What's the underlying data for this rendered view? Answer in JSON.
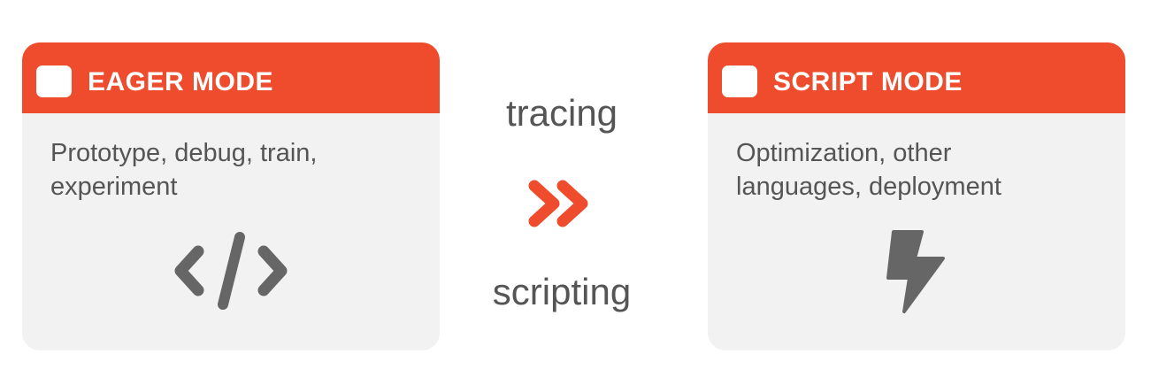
{
  "eager_card": {
    "title": "EAGER MODE",
    "description_line1": "Prototype, debug, train,",
    "description_line2": "experiment",
    "icon": "code-icon"
  },
  "script_card": {
    "title": "SCRIPT MODE",
    "description_line1": "Optimization, other",
    "description_line2": "languages, deployment",
    "icon": "lightning-bolt-icon"
  },
  "transition": {
    "top_label": "tracing",
    "bottom_label": "scripting",
    "icon": "double-chevron-right-icon"
  },
  "colors": {
    "accent": "#ee4c2c",
    "card_background": "#f2f2f2",
    "text": "#555555",
    "icon": "#666666"
  }
}
